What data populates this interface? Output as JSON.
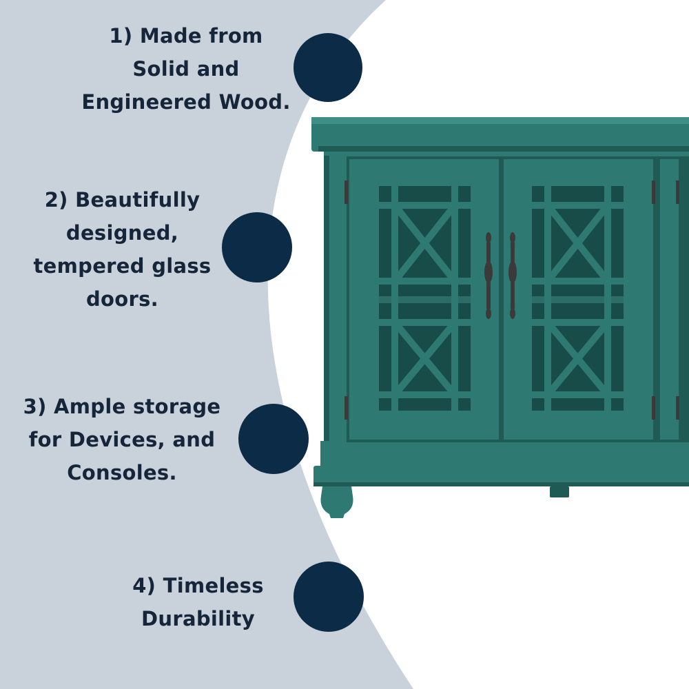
{
  "colors": {
    "panel": "#c9d1db",
    "background": "#ffffff",
    "dot": "#0c2b47",
    "text": "#15263a",
    "cabinet": "#2e7a72",
    "cabinet_dark": "#1f5a54",
    "cabinet_light": "#3f8e86",
    "glass": "#184c48",
    "hardware": "#3a3a3a"
  },
  "features": [
    {
      "text": "1) Made from\nSolid and\nEngineered Wood."
    },
    {
      "text": "2) Beautifully\ndesigned,\ntempered glass\ndoors."
    },
    {
      "text": "3) Ample storage\nfor Devices, and\nConsoles."
    },
    {
      "text": "4) Timeless\nDurability"
    }
  ]
}
